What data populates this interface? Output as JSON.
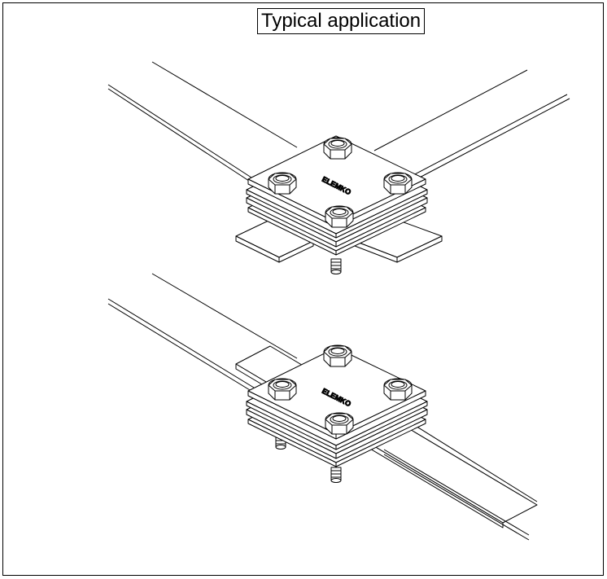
{
  "header": {
    "title": "Typical application"
  },
  "clamps": [
    {
      "brand": "ELEMKO"
    },
    {
      "brand": "ELEMKO"
    }
  ]
}
